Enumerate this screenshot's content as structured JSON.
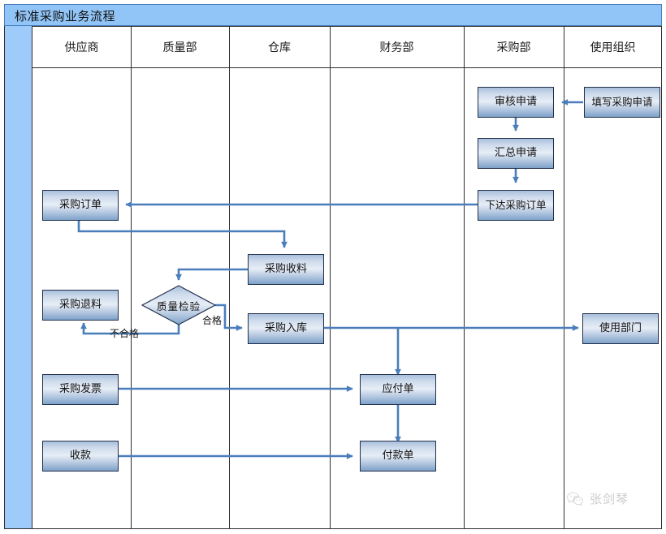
{
  "title": "标准采购业务流程",
  "lanes": [
    {
      "label": "供应商"
    },
    {
      "label": "质量部"
    },
    {
      "label": "仓库"
    },
    {
      "label": "财务部"
    },
    {
      "label": "采购部"
    },
    {
      "label": "使用组织"
    }
  ],
  "nodes": [
    {
      "id": "shenhe-shenqing",
      "label": "审核申请",
      "lane": "采购部"
    },
    {
      "id": "tianxie-shenqing",
      "label": "填写采购申请",
      "lane": "使用组织"
    },
    {
      "id": "huizong-shenqing",
      "label": "汇总申请",
      "lane": "采购部"
    },
    {
      "id": "xiada-dingdan",
      "label": "下达采购订单",
      "lane": "采购部"
    },
    {
      "id": "caigou-dingdan",
      "label": "采购订单",
      "lane": "供应商"
    },
    {
      "id": "caigou-shouliao",
      "label": "采购收料",
      "lane": "仓库"
    },
    {
      "id": "caigou-tuiliao",
      "label": "采购退料",
      "lane": "供应商"
    },
    {
      "id": "caigou-ruku",
      "label": "采购入库",
      "lane": "仓库"
    },
    {
      "id": "shiyong-bumen",
      "label": "使用部门",
      "lane": "使用组织"
    },
    {
      "id": "caigou-fapiao",
      "label": "采购发票",
      "lane": "供应商"
    },
    {
      "id": "yingfu-dan",
      "label": "应付单",
      "lane": "财务部"
    },
    {
      "id": "shoukuan",
      "label": "收款",
      "lane": "供应商"
    },
    {
      "id": "fukuan-dan",
      "label": "付款单",
      "lane": "财务部"
    }
  ],
  "decision": {
    "id": "zhiliang-jianyan",
    "label": "质量检验",
    "lane": "质量部"
  },
  "edge_labels": {
    "fail": "不合格",
    "pass": "合格"
  },
  "watermark": {
    "text": "张剑琴",
    "icon": "wechat-icon"
  },
  "colors": {
    "title_bar": "#92c5f7",
    "spine": "#9ecbfa",
    "connector": "#4a7ebb",
    "node_border": "#22304a",
    "grid": "#2e2e2e"
  }
}
